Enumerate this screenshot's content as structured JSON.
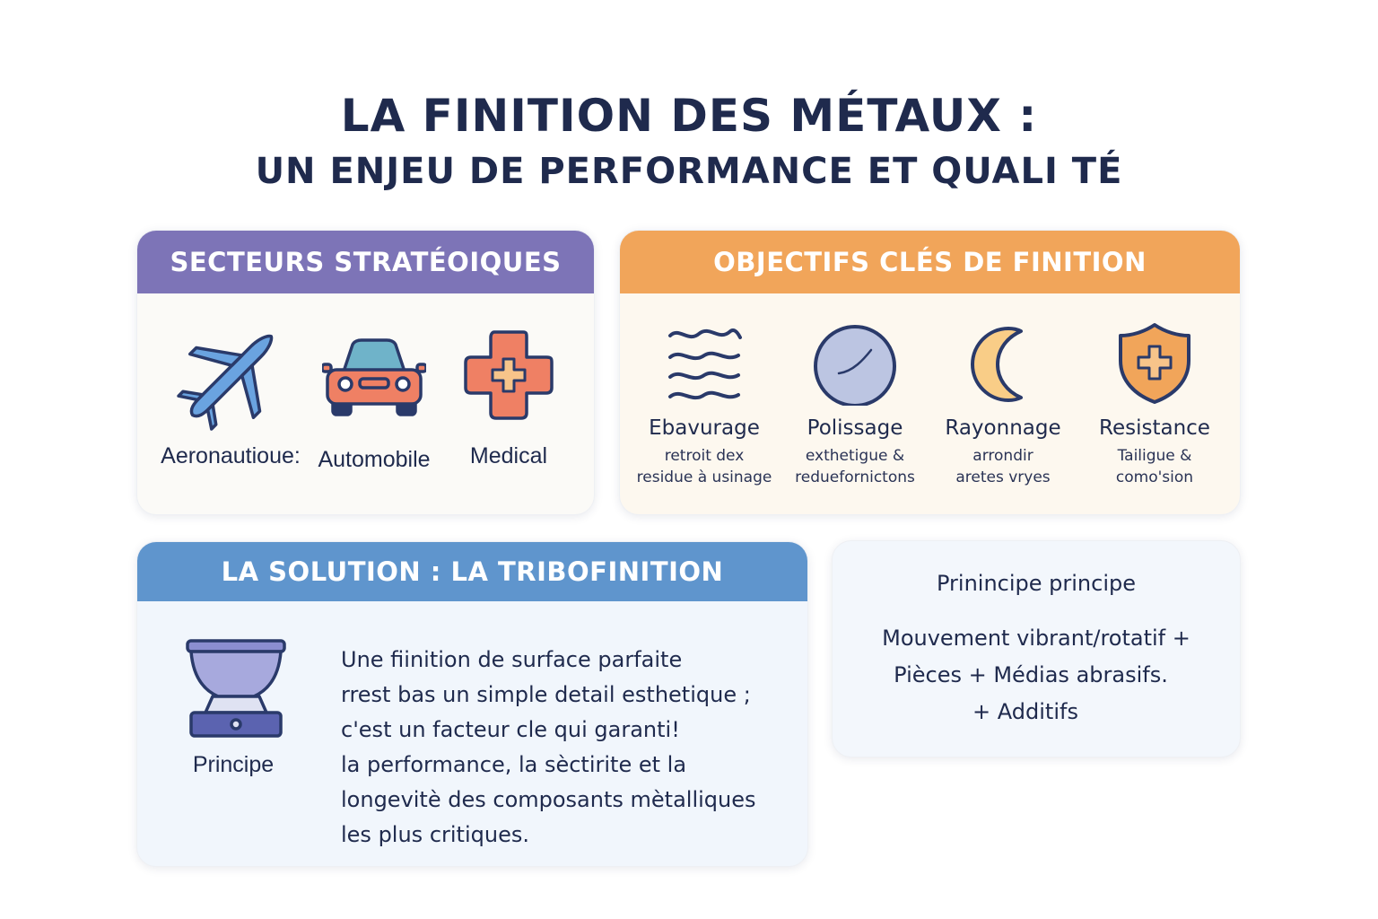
{
  "header": {
    "title_line1": "LA FINITION DES MÉTAUX :",
    "title_line2": "UN ENJEU DE PERFORMANCE ET QUALI TÉ"
  },
  "sectors": {
    "heading": "SECTEURS STRATÉOIQUES",
    "items": [
      {
        "label": "Aeronautioue:",
        "icon": "airplane-icon"
      },
      {
        "label": "Automobile",
        "icon": "car-icon"
      },
      {
        "label": "Medical",
        "icon": "medical-cross-icon"
      }
    ]
  },
  "objectives": {
    "heading": "OBJECTIFS CLÉS DE FINITION",
    "items": [
      {
        "title": "Ebavurage",
        "desc1": "retroit dex",
        "desc2": "residue à usinage",
        "icon": "waves-icon"
      },
      {
        "title": "Polissage",
        "desc1": "exthetigue &",
        "desc2": "reduefornictons",
        "icon": "polished-sphere-icon"
      },
      {
        "title": "Rayonnage",
        "desc1": "arrondir",
        "desc2": "aretes vryes",
        "icon": "crescent-icon"
      },
      {
        "title": "Resistance",
        "desc1": "Tailigue &",
        "desc2": "como'sion",
        "icon": "shield-icon"
      }
    ]
  },
  "solution": {
    "heading": "LA SOLUTION : LA TRIBOFINITION",
    "icon": "vibratory-bowl-icon",
    "icon_label": "Principe",
    "lines": [
      "Une fiinition de surface parfaite",
      "rrest bas un simple detail esthetique ;",
      "c'est un facteur cle qui garanti!",
      "la performance, la sèctirite et la",
      "longevitè des composants mètalliques",
      "les plus critiques."
    ]
  },
  "principle": {
    "title": "Prinincipe principe",
    "line1": "Mouvement vibrant/rotatif +",
    "line2": "Pièces + Médias abrasifs.",
    "line3": "+ Additifs"
  },
  "colors": {
    "navy": "#1f2a4d",
    "purple": "#7d74b7",
    "orange": "#f1a55a",
    "blue": "#5f95cd"
  }
}
